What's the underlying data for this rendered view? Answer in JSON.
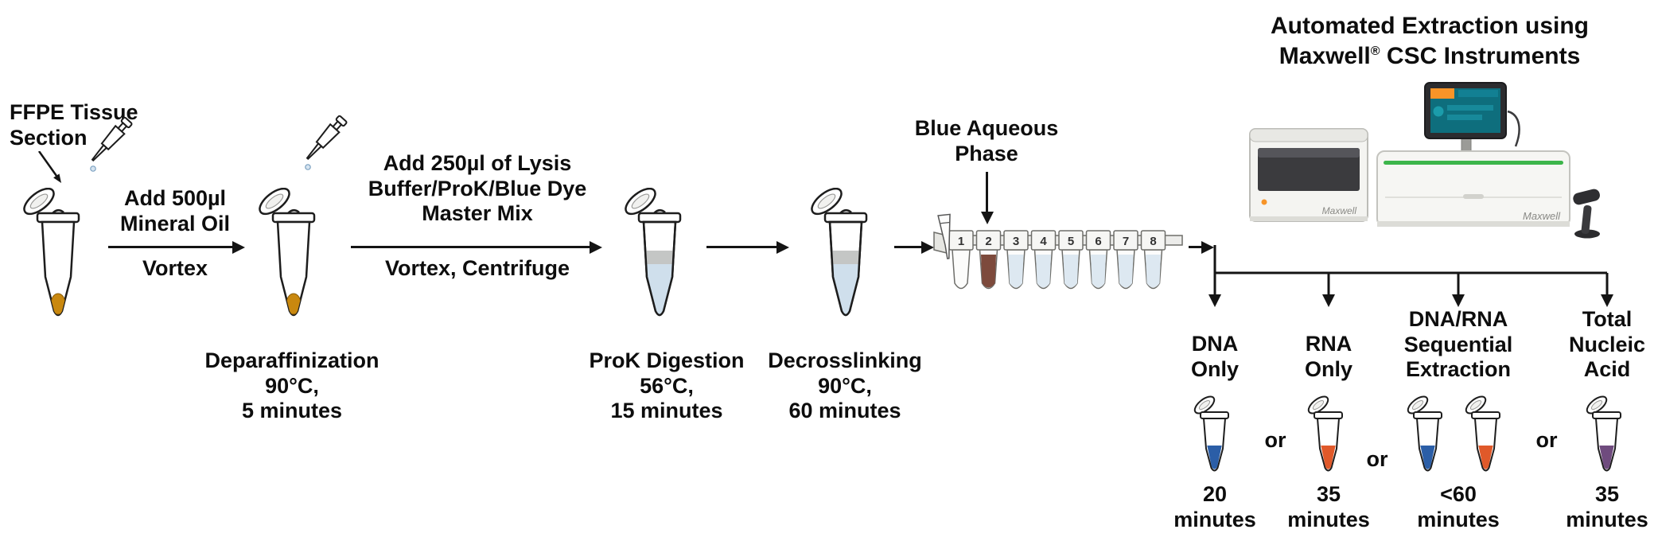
{
  "flow": {
    "ffpe_label": "FFPE Tissue\nSection",
    "step1_above": "Add 500µl\nMineral Oil",
    "step1_below": "Vortex",
    "step2_above": "Add 250µl of Lysis\nBuffer/ProK/Blue Dye\nMaster Mix",
    "step2_below": "Vortex, Centrifuge",
    "deparaffinization": "Deparaffinization\n90°C,\n5 minutes",
    "prok_digestion": "ProK Digestion\n56°C,\n15 minutes",
    "decrosslinking": "Decrosslinking\n90°C,\n60 minutes",
    "blue_aqueous_phase": "Blue Aqueous\nPhase"
  },
  "strip": {
    "tube_numbers": [
      "1",
      "2",
      "3",
      "4",
      "5",
      "6",
      "7",
      "8"
    ]
  },
  "title": {
    "line1": "Automated Extraction using",
    "brand": "Maxwell",
    "registered": "®",
    "rest": " CSC Instruments"
  },
  "instruments": {
    "logo": "Maxwell"
  },
  "outputs": {
    "or": "or",
    "dna": {
      "label": "DNA\nOnly",
      "time": "20\nminutes",
      "color": "#2b5ea7"
    },
    "rna": {
      "label": "RNA\nOnly",
      "time": "35\nminutes",
      "color": "#e0592a"
    },
    "seq": {
      "label": "DNA/RNA\nSequential\nExtraction",
      "time": "<60\nminutes",
      "color_dna": "#2b5ea7",
      "color_rna": "#e0592a"
    },
    "tna": {
      "label": "Total\nNucleic\nAcid",
      "time": "35\nminutes",
      "color": "#6f4b7e"
    }
  },
  "colors": {
    "sample": "#c9880f",
    "oil_gray": "#c4c6c5",
    "lysate_blue": "#cfdfec",
    "strip_blue": "#dde8f1",
    "aqueous_brown": "#7d4a3c",
    "led_green": "#3cb54a"
  }
}
